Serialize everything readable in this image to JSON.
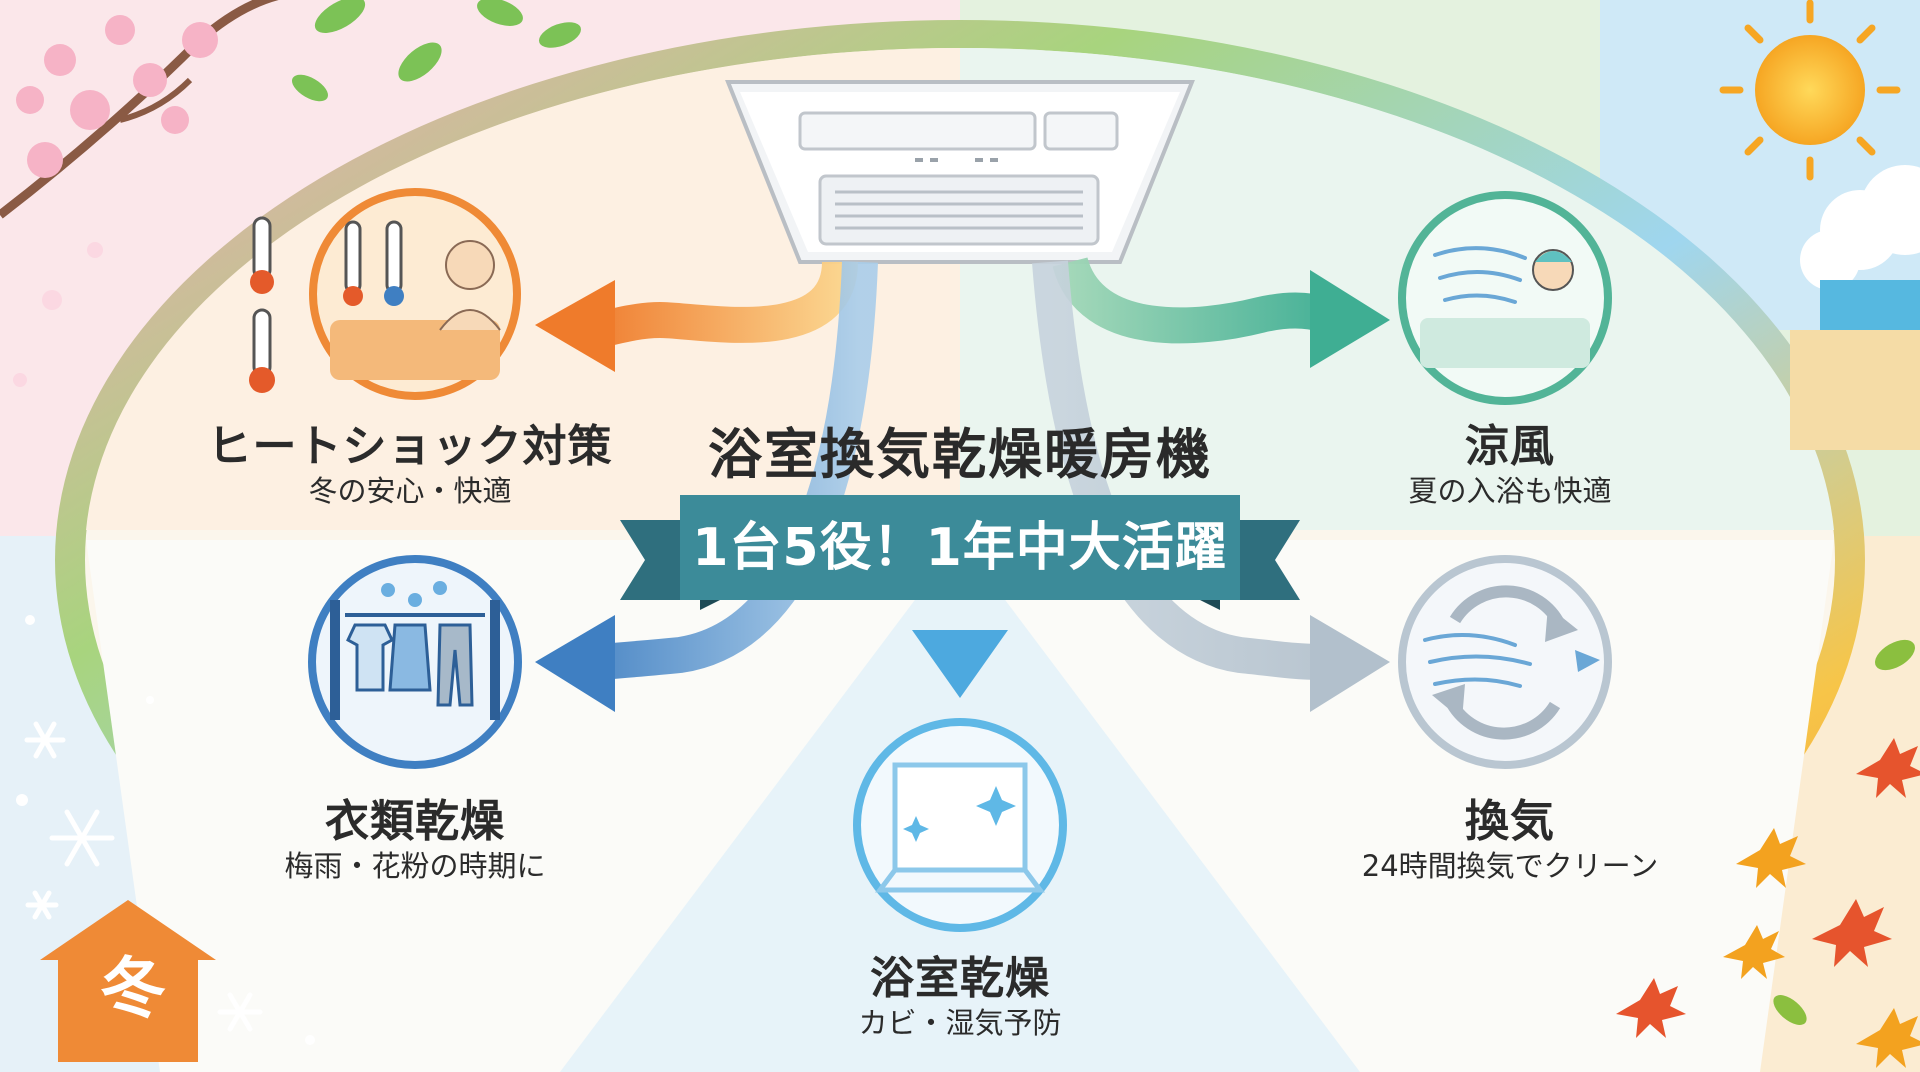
{
  "main_title": "浴室換気乾燥暖房機",
  "banner": "1台5役！1年中大活躍",
  "season_badge": "冬",
  "features": [
    {
      "key": "heat-shock",
      "title": "ヒートショック対策",
      "subtitle": "冬の安心・快適",
      "icon": "bath-thermometer-icon",
      "color": "#ef8a36"
    },
    {
      "key": "cool-breeze",
      "title": "涼風",
      "subtitle": "夏の入浴も快適",
      "icon": "cool-breeze-bathing-icon",
      "color": "#52b497"
    },
    {
      "key": "clothes-drying",
      "title": "衣類乾燥",
      "subtitle": "梅雨・花粉の時期に",
      "icon": "hanging-clothes-icon",
      "color": "#3f7fc2"
    },
    {
      "key": "ventilation",
      "title": "換気",
      "subtitle": "24時間換気でクリーン",
      "icon": "air-circulation-icon",
      "color": "#a9b8c5"
    },
    {
      "key": "bath-drying",
      "title": "浴室乾燥",
      "subtitle": "カビ・湿気予防",
      "icon": "sparkling-bathtub-icon",
      "color": "#5fb8e6"
    }
  ]
}
